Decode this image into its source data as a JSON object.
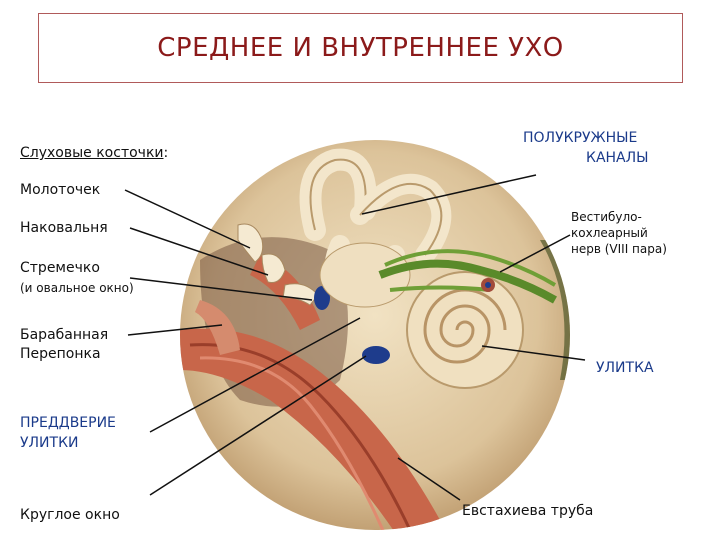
{
  "title": "СРЕДНЕЕ И ВНУТРЕННЕЕ УХО",
  "labels": {
    "ossicles": "Слуховые косточки",
    "ossicles_colon": ":",
    "malleus": "Молоточек",
    "incus": "Наковальня",
    "stapes": "Стремечко",
    "stapes_note": "(и овальное окно)",
    "eardrum_1": "Барабанная",
    "eardrum_2": "Перепонка",
    "vestibule_1": "ПРЕДДВЕРИЕ",
    "vestibule_2": "УЛИТКИ",
    "round_window": "Круглое окно",
    "canals_1": "ПОЛУКРУЖНЫЕ",
    "canals_2": "КАНАЛЫ",
    "nerve_1": "Вестибуло-",
    "nerve_2": "кохлеарный",
    "nerve_3": "нерв (VIII пара)",
    "cochlea": "УЛИТКА",
    "eustachian": "Евстахиева труба"
  },
  "colors": {
    "title": "#8b1a1a",
    "blue_labels": "#1a3a8a",
    "bone": "#e8d6b4",
    "muscle": "#c8664a",
    "nerve": "#5a8a2a",
    "window": "#1e3c8c"
  }
}
